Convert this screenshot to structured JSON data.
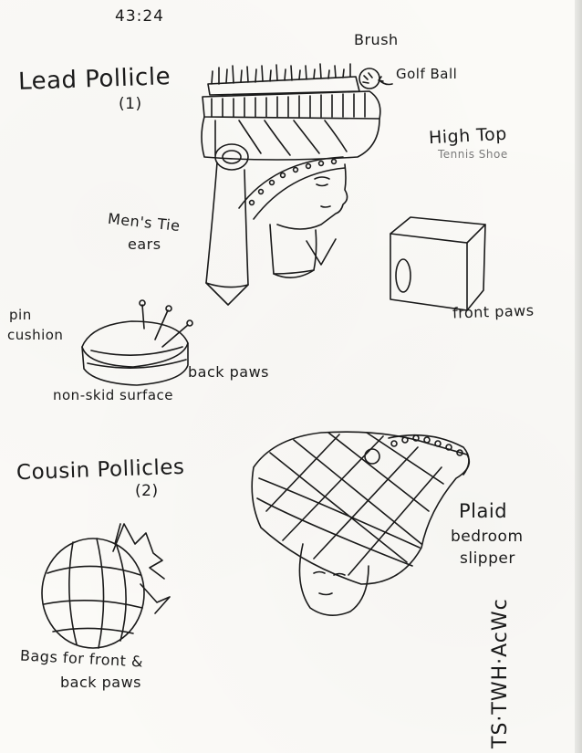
{
  "timestamp": "43:24",
  "lead_section": {
    "title": "Lead Pollicle",
    "count": "(1)"
  },
  "labels": {
    "brush": "Brush",
    "golf_ball": "Golf Ball",
    "high_top": "High Top",
    "tennis_shoe": "Tennis Shoe",
    "ears_line1": "Men's Tie",
    "ears_line2": "ears",
    "pin_line1": "pin",
    "pin_line2": "cushion",
    "front_paws": "front paws",
    "back_paws": "back paws",
    "non_skid": "non-skid surface",
    "plaid": "Plaid",
    "bedroom": "bedroom",
    "slipper": "slipper",
    "bags_line1": "Bags for front &",
    "bags_line2": "back paws"
  },
  "cousin_section": {
    "title": "Cousin Pollicles",
    "count": "(2)"
  },
  "signature": "TS·TWH·AcWc",
  "colors": {
    "ink": "#1a1a1a",
    "pencil_gray": "#7a7a7a",
    "paper": "#fbfaf7"
  }
}
